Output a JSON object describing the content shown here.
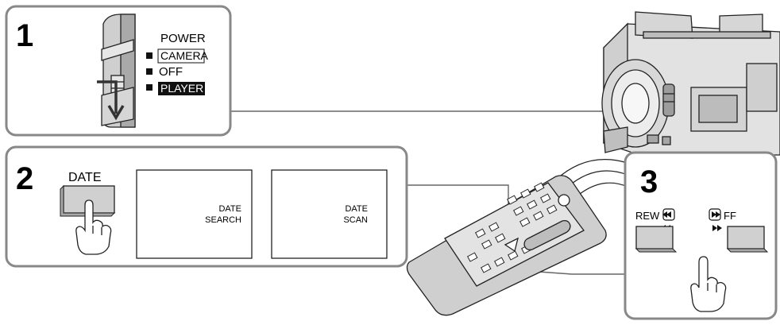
{
  "step1": {
    "number": "1",
    "power_label": "POWER",
    "modes": [
      {
        "label": "CAMERA",
        "style": "boxed"
      },
      {
        "label": "OFF",
        "style": "plain"
      },
      {
        "label": "PLAYER",
        "style": "inverted"
      }
    ]
  },
  "step2": {
    "number": "2",
    "date_button_label": "DATE",
    "screen_search": {
      "line1": "DATE",
      "line2": "SEARCH"
    },
    "screen_scan": {
      "line1": "DATE",
      "line2": "SCAN"
    }
  },
  "step3": {
    "number": "3",
    "rew_label": "REW",
    "ff_label": "FF"
  },
  "colors": {
    "panel_border": "#888888",
    "button_fill": "#d0d0d0",
    "remote_body": "#cfcfcf",
    "camera_body": "#e2e2e2"
  }
}
